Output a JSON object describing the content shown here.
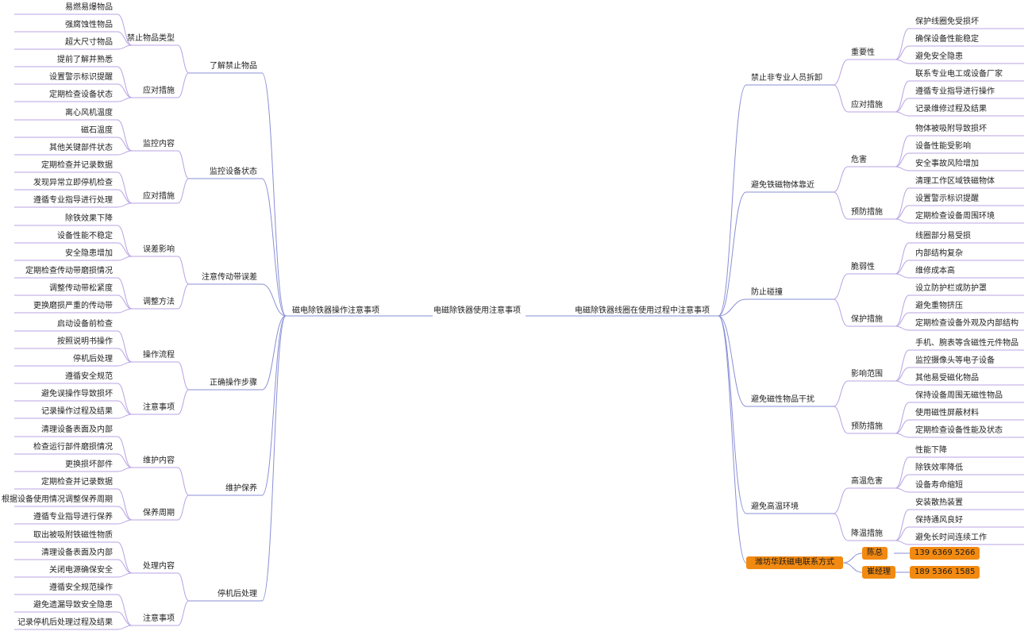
{
  "colors": {
    "branch": "#8a8fd6",
    "leaf": "#b9a3e3",
    "contact_bg": "#f28a12"
  },
  "center": "电磁除铁器使用注意事项",
  "left_title": "磁电除铁器操作注意事项",
  "right_title": "电磁除铁器线圈在使用过程中注意事项",
  "left": [
    {
      "label": "了解禁止物品",
      "groups": [
        {
          "label": "禁止物品类型",
          "items": [
            "易燃易爆物品",
            "强腐蚀性物品",
            "超大尺寸物品"
          ]
        },
        {
          "label": "应对措施",
          "items": [
            "提前了解并熟悉",
            "设置警示标识提醒",
            "定期检查设备状态"
          ]
        }
      ]
    },
    {
      "label": "监控设备状态",
      "groups": [
        {
          "label": "监控内容",
          "items": [
            "离心风机温度",
            "磁石温度",
            "其他关键部件状态"
          ]
        },
        {
          "label": "应对措施",
          "items": [
            "定期检查并记录数据",
            "发现异常立即停机检查",
            "遵循专业指导进行处理"
          ]
        }
      ]
    },
    {
      "label": "注意传动带误差",
      "groups": [
        {
          "label": "误差影响",
          "items": [
            "除铁效果下降",
            "设备性能不稳定",
            "安全隐患增加"
          ]
        },
        {
          "label": "调整方法",
          "items": [
            "定期检查传动带磨损情况",
            "调整传动带松紧度",
            "更换磨损严重的传动带"
          ]
        }
      ]
    },
    {
      "label": "正确操作步骤",
      "groups": [
        {
          "label": "操作流程",
          "items": [
            "启动设备前检查",
            "按照说明书操作",
            "停机后处理"
          ]
        },
        {
          "label": "注意事项",
          "items": [
            "遵循安全规范",
            "避免误操作导致损坏",
            "记录操作过程及结果"
          ]
        }
      ]
    },
    {
      "label": "维护保养",
      "groups": [
        {
          "label": "维护内容",
          "items": [
            "清理设备表面及内部",
            "检查运行部件磨损情况",
            "更换损坏部件"
          ]
        },
        {
          "label": "保养周期",
          "items": [
            "定期检查并记录数据",
            "根据设备使用情况调整保养周期",
            "遵循专业指导进行保养"
          ]
        }
      ]
    },
    {
      "label": "停机后处理",
      "groups": [
        {
          "label": "处理内容",
          "items": [
            "取出被吸附铁磁性物质",
            "清理设备表面及内部",
            "关闭电源确保安全"
          ]
        },
        {
          "label": "注意事项",
          "items": [
            "遵循安全规范操作",
            "避免遗漏导致安全隐患",
            "记录停机后处理过程及结果"
          ]
        }
      ]
    }
  ],
  "right": [
    {
      "label": "禁止非专业人员拆卸",
      "groups": [
        {
          "label": "重要性",
          "items": [
            "保护线圈免受损坏",
            "确保设备性能稳定",
            "避免安全隐患"
          ]
        },
        {
          "label": "应对措施",
          "items": [
            "联系专业电工或设备厂家",
            "遵循专业指导进行操作",
            "记录维修过程及结果"
          ]
        }
      ]
    },
    {
      "label": "避免铁磁物体靠近",
      "groups": [
        {
          "label": "危害",
          "items": [
            "物体被吸附导致损坏",
            "设备性能受影响",
            "安全事故风险增加"
          ]
        },
        {
          "label": "预防措施",
          "items": [
            "清理工作区域铁磁物体",
            "设置警示标识提醒",
            "定期检查设备周围环境"
          ]
        }
      ]
    },
    {
      "label": "防止碰撞",
      "groups": [
        {
          "label": "脆弱性",
          "items": [
            "线圈部分易受损",
            "内部结构复杂",
            "维修成本高"
          ]
        },
        {
          "label": "保护措施",
          "items": [
            "设立防护栏或防护罩",
            "避免重物挤压",
            "定期检查设备外观及内部结构"
          ]
        }
      ]
    },
    {
      "label": "避免磁性物品干扰",
      "groups": [
        {
          "label": "影响范围",
          "items": [
            "手机、腕表等含磁性元件物品",
            "监控摄像头等电子设备",
            "其他易受磁化物品"
          ]
        },
        {
          "label": "预防措施",
          "items": [
            "保持设备周围无磁性物品",
            "使用磁性屏蔽材料",
            "定期检查设备性能及状态"
          ]
        }
      ]
    },
    {
      "label": "避免高温环境",
      "groups": [
        {
          "label": "高温危害",
          "items": [
            "性能下降",
            "除铁效率降低",
            "设备寿命缩短"
          ]
        },
        {
          "label": "降温措施",
          "items": [
            "安装散热装置",
            "保持通风良好",
            "避免长时间连续工作"
          ]
        }
      ]
    }
  ],
  "contact": {
    "label": "潍坊华跃磁电联系方式",
    "people": [
      {
        "name": "陈总",
        "phone": "139 6369 5266"
      },
      {
        "name": "崔经理",
        "phone": "189 5366 1585"
      }
    ]
  }
}
